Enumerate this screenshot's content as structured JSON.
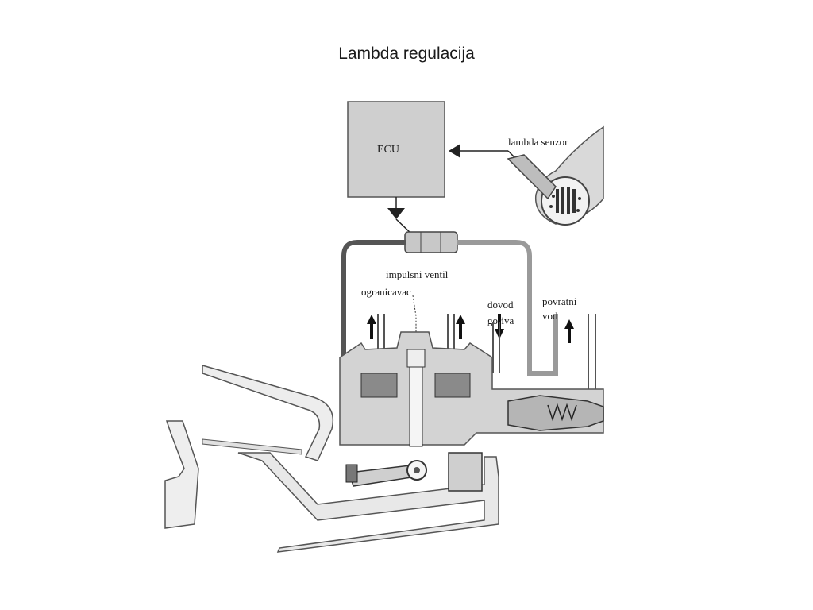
{
  "slide": {
    "title": "Lambda regulacija"
  },
  "diagram": {
    "ecu": "ECU",
    "lambda_sensor": "lambda senzor",
    "pulse_valve": "impulsni ventil",
    "limiter": "ogranicavac",
    "fuel_supply_line1": "dovod",
    "fuel_supply_line2": "goriva",
    "return_line1": "povratni",
    "return_line2": "vod"
  }
}
